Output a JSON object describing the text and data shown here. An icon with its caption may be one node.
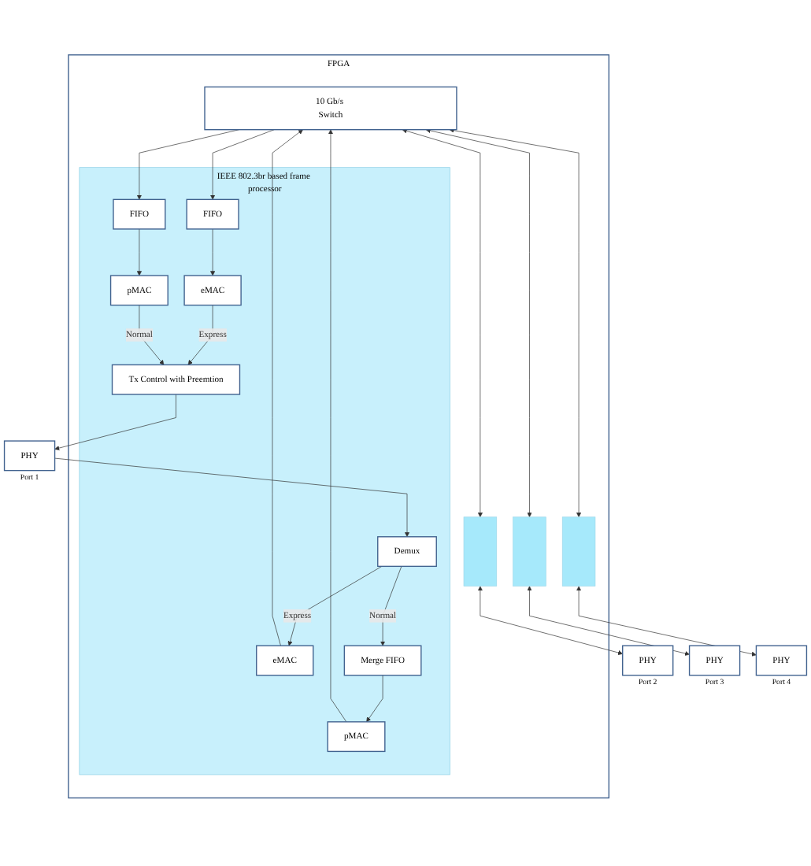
{
  "diagram": {
    "nodes": [
      {
        "text": [
          "FPGA"
        ]
      },
      {
        "text": [
          "10 Gb/s Switch"
        ],
        "in": 0
      },
      {
        "text": [
          "IEEE 802.3br based frame processor"
        ],
        "in": 0
      },
      {
        "text": [
          "FIFO"
        ],
        "in": 2
      },
      {
        "text": [
          "FIFO"
        ],
        "in": 2
      },
      {
        "text": [
          "eMAC"
        ],
        "in": 2
      },
      {
        "text": [
          "pMAC"
        ],
        "in": 2
      },
      {
        "text": [
          "Tx Control with Preemtion"
        ],
        "in": 2
      },
      {
        "text": [
          "eMAC"
        ],
        "in": 2
      },
      {
        "text": [
          "pMAC"
        ],
        "in": 2
      },
      {
        "text": [
          "Merge FIFO"
        ],
        "in": 2
      },
      {
        "text": [
          "Demux"
        ],
        "in": 2
      },
      {
        "text": [],
        "shape": "bar",
        "in": 0
      },
      {
        "text": [],
        "shape": "bar",
        "in": 0
      },
      {
        "text": [],
        "shape": "bar",
        "in": 0
      },
      {
        "text": [
          "PHY"
        ],
        "beside": [
          "Port 1"
        ]
      },
      {
        "text": [
          "PHY"
        ],
        "beside": [
          "Port 2"
        ]
      },
      {
        "text": [
          "PHY"
        ],
        "beside": [
          "Port 3"
        ]
      },
      {
        "text": [
          "PHY"
        ],
        "beside": [
          "Port 4"
        ]
      }
    ],
    "edges": [
      {
        "from": 1,
        "to": 3,
        "arrow": "to"
      },
      {
        "from": 1,
        "to": 4,
        "arrow": "to"
      },
      {
        "from": 3,
        "to": 5,
        "arrow": "to"
      },
      {
        "from": 4,
        "to": 6,
        "arrow": "to"
      },
      {
        "from": 5,
        "to": 7,
        "arrow": "to",
        "label": "Express"
      },
      {
        "from": 6,
        "to": 7,
        "arrow": "to",
        "label": "Normal"
      },
      {
        "from": 8,
        "to": 1,
        "arrow": "to"
      },
      {
        "from": 9,
        "to": 1,
        "arrow": "to"
      },
      {
        "from": 10,
        "to": 9,
        "arrow": "to"
      },
      {
        "from": 11,
        "to": 8,
        "arrow": "to",
        "label": "Express"
      },
      {
        "from": 11,
        "to": 10,
        "arrow": "to",
        "label": "Normal"
      },
      {
        "from": 1,
        "to": 12,
        "arrow": "both"
      },
      {
        "from": 1,
        "to": 13,
        "arrow": "both"
      },
      {
        "from": 1,
        "to": 14,
        "arrow": "both"
      },
      {
        "from": 7,
        "to": 15,
        "arrow": "to"
      },
      {
        "from": 15,
        "to": 11,
        "arrow": "to"
      },
      {
        "from": 12,
        "to": 16,
        "arrow": "both"
      },
      {
        "from": 13,
        "to": 17,
        "arrow": "both"
      },
      {
        "from": 14,
        "to": 18,
        "arrow": "both"
      }
    ]
  }
}
